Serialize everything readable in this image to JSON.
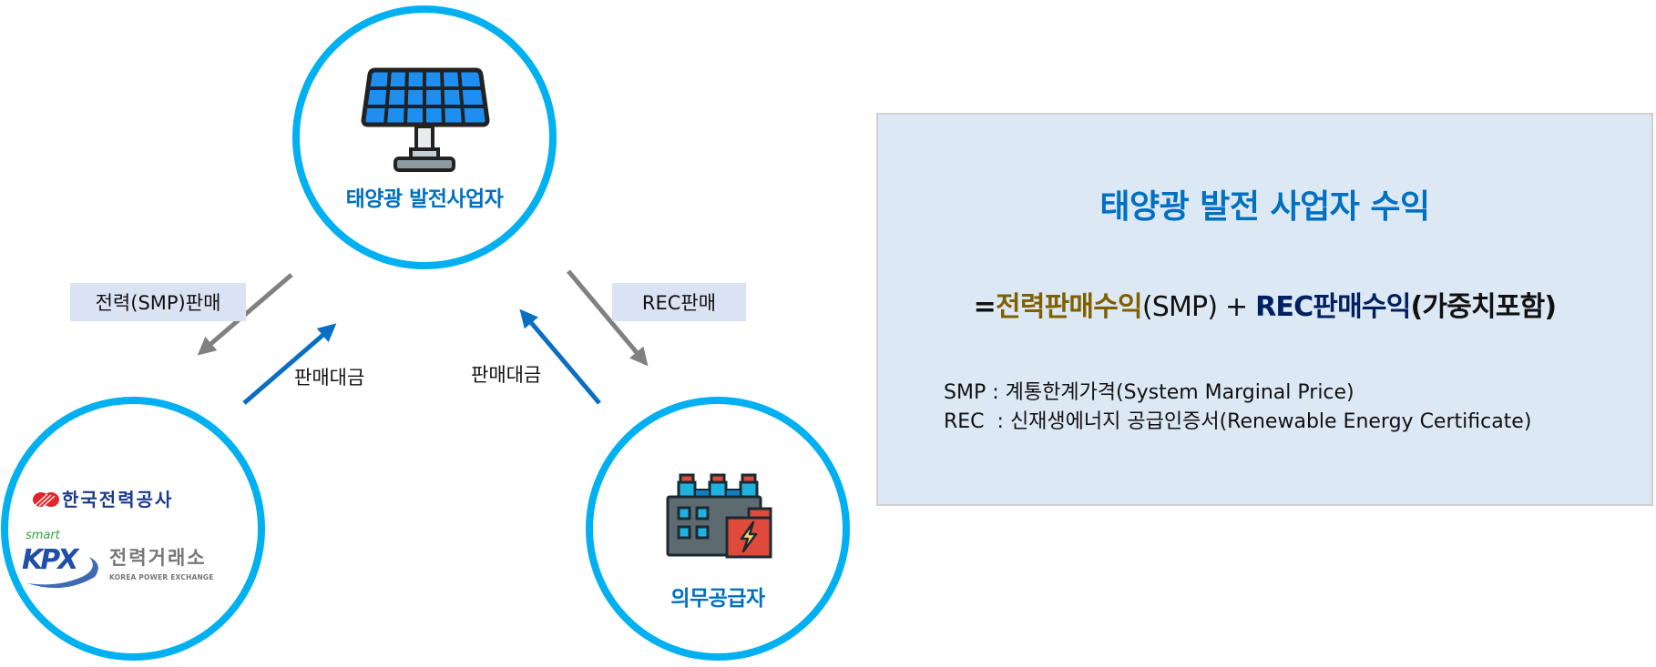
{
  "nodes": {
    "solar_producer": {
      "label": "태양광 발전사업자",
      "icon": "solar-panel-icon"
    },
    "utilities": {
      "kepco_name": "한국전력공사",
      "kpx_smart": "smart",
      "kpx_brand": "KPX",
      "kpx_name": "전력거래소",
      "kpx_english": "KOREA POWER EXCHANGE"
    },
    "obligated_supplier": {
      "label": "의무공급자",
      "icon": "factory-icon"
    }
  },
  "flows": {
    "smp_sale": "전력(SMP)판매",
    "smp_payment": "판매대금",
    "rec_sale": "REC판매",
    "rec_payment": "판매대금"
  },
  "summary": {
    "title": "태양광 발전 사업자 수익",
    "formula": {
      "prefix": "=",
      "part1": "전력판매수익",
      "part1_suffix": "(SMP) + ",
      "part2": "REC판매수익",
      "part2_suffix": "(가중치포함)"
    },
    "definitions": [
      "SMP : 계통한계가격(System Marginal Price)",
      "REC  : 신재생에너지 공급인증서(Renewable Energy Certificate)"
    ]
  },
  "colors": {
    "circle": "#00b0f0",
    "accent_blue": "#0070c0",
    "gold": "#7f6000",
    "navy": "#002060",
    "arrow_gray": "#808080",
    "arrow_blue": "#0a6fc2",
    "label_bg": "#dae3f3",
    "box_bg": "#dde8f5"
  }
}
